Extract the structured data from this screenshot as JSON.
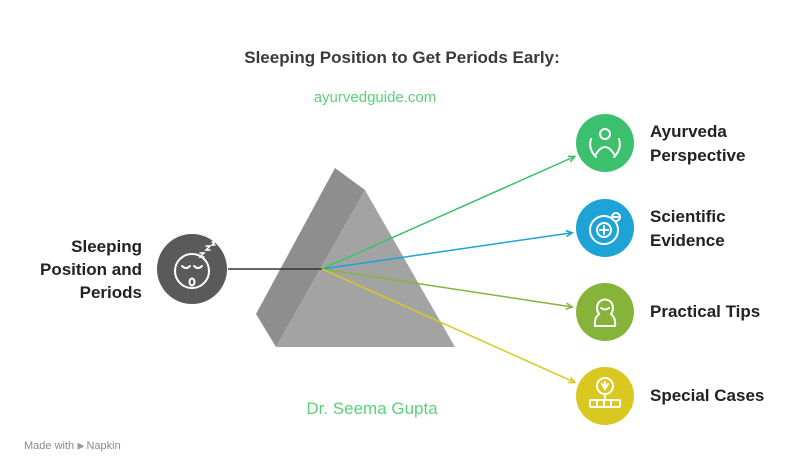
{
  "title": "Sleeping Position to Get Periods Early:",
  "website": "ayurvedguide.com",
  "author": "Dr. Seema Gupta",
  "source": {
    "label": "Sleeping Position and Periods",
    "icon": "sleeping-face-icon",
    "color": "#5a5a5a"
  },
  "outputs": [
    {
      "label": "Ayurveda Perspective",
      "icon": "hands-person-icon",
      "color": "#3cc06e"
    },
    {
      "label": "Scientific Evidence",
      "icon": "target-plus-icon",
      "color": "#1ea3d6"
    },
    {
      "label": "Practical Tips",
      "icon": "head-advice-icon",
      "color": "#86b43a"
    },
    {
      "label": "Special Cases",
      "icon": "trophy-base-icon",
      "color": "#d9c820"
    }
  ],
  "footer": {
    "made_with": "Made with",
    "brand": "Napkin"
  }
}
